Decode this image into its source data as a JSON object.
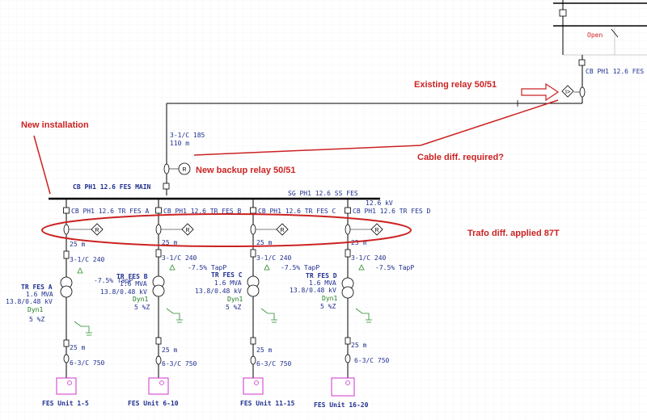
{
  "annotations": {
    "existing_relay": "Existing relay 50/51",
    "new_installation": "New installation",
    "cable_diff": "Cable diff. required?",
    "new_backup_relay": "New backup relay 50/51",
    "trafo_diff": "Trafo diff. applied 87T"
  },
  "colors": {
    "annotation": "#cc2222",
    "label": "#1f2f8f",
    "green_label": "#1f7a1f",
    "ground": "#2a8a2a",
    "load_box": "#cc33cc",
    "line": "#000000"
  },
  "top": {
    "open_label": "Open",
    "cb_label": "CB PH1 12.6 FES"
  },
  "main_feeder": {
    "cable_type": "3-1/C 185",
    "cable_length": "110 m",
    "relay_glyph": "R",
    "cb_label": "CB PH1 12.6 FES MAIN"
  },
  "switchgear": {
    "name": "SG PH1 12.6 SS FES",
    "voltage": "12.6 kV"
  },
  "feeders": [
    {
      "cb_label": "CB PH1 12.6 TR FES A",
      "relay_glyph": "R",
      "cable_hv_length": "25 m",
      "cable_hv_type": "3-1/C 240",
      "tap": "",
      "tr_name": "TR FES A",
      "tr_mva": "1.6 MVA",
      "tr_kv": "13.8/0.48 kV",
      "tr_vector": "Dyn1",
      "tr_z": "5 %Z",
      "cable_lv_length": "25 m",
      "cable_lv_type": "6-3/C 750",
      "load_name": "FES Unit 1-5"
    },
    {
      "cb_label": "CB PH1 12.6 TR FES B",
      "relay_glyph": "R",
      "cable_hv_length": "25 m",
      "cable_hv_type": "3-1/C 240",
      "tap": "-7.5% TapP",
      "tr_name": "TR FES B",
      "tr_mva": "1.6 MVA",
      "tr_kv": "13.8/0.48 kV",
      "tr_vector": "Dyn1",
      "tr_z": "5 %Z",
      "cable_lv_length": "25 m",
      "cable_lv_type": "6-3/C 750",
      "load_name": "FES Unit 6-10"
    },
    {
      "cb_label": "CB PH1 12.6 TR FES C",
      "relay_glyph": "R",
      "cable_hv_length": "25 m",
      "cable_hv_type": "3-1/C 240",
      "tap": "-7.5% TapP",
      "tr_name": "TR FES C",
      "tr_mva": "1.6 MVA",
      "tr_kv": "13.8/0.48 kV",
      "tr_vector": "Dyn1",
      "tr_z": "5 %Z",
      "cable_lv_length": "25 m",
      "cable_lv_type": "6-3/C 750",
      "load_name": "FES Unit 11-15"
    },
    {
      "cb_label": "CB PH1 12.6 TR FES D",
      "relay_glyph": "R",
      "cable_hv_length": "25 m",
      "cable_hv_type": "3-1/C 240",
      "tap": "-7.5% TapP",
      "tr_name": "TR FES D",
      "tr_mva": "1.6 MVA",
      "tr_kv": "13.8/0.48 kV",
      "tr_vector": "Dyn1",
      "tr_z": "5 %Z",
      "cable_lv_length": "25 m",
      "cable_lv_type": "6-3/C 750",
      "load_name": "FES Unit 16-20"
    }
  ],
  "tap_b_extra": "-7.5% TapP"
}
